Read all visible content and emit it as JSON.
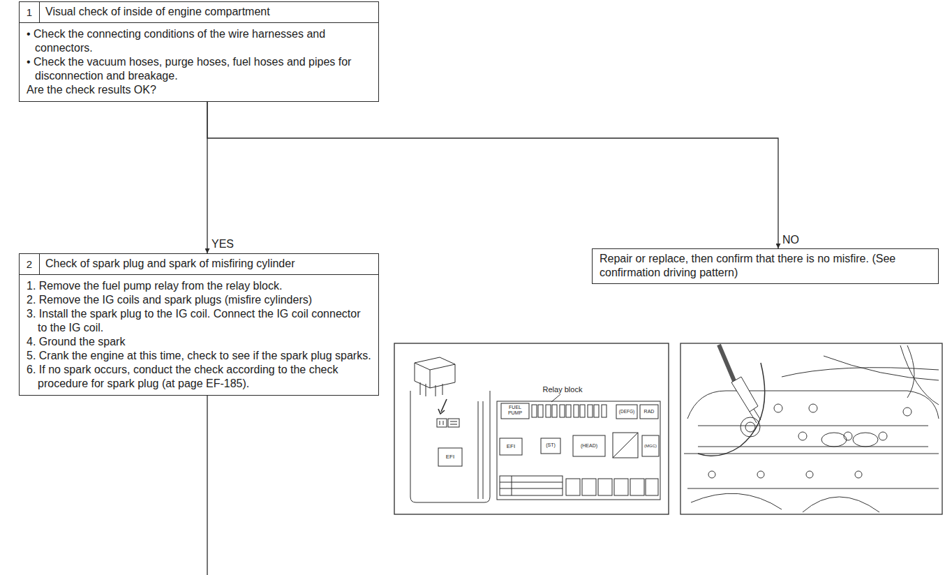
{
  "diagram": {
    "nodes": [
      {
        "text": [
          "1",
          "Visual check of inside of engine compartment",
          "• Check the connecting conditions of the wire harnesses and connectors.",
          "• Check the vacuum hoses, purge hoses, fuel hoses and pipes for disconnection and breakage.",
          "Are the check results OK?"
        ]
      },
      {
        "text": [
          "2",
          "Check of spark plug and spark of misfiring cylinder",
          "1. Remove the fuel pump relay from the relay block.",
          "2. Remove the IG coils and spark plugs (misfire cylinders)",
          "3. Install the spark plug to the IG coil. Connect the IG coil connector to the IG coil.",
          "4. Ground the spark",
          "5. Crank the engine at this time, check to see if the spark plug sparks.",
          "6. If no spark occurs, conduct the check according to the check procedure for spark plug (at page EF-185)."
        ]
      },
      {
        "text": [
          "Repair or replace, then confirm that there is no misfire. (See confirmation driving pattern)"
        ]
      }
    ],
    "edges": [
      {
        "from": 0,
        "to": 1,
        "label": "YES",
        "arrow": "to"
      },
      {
        "from": 0,
        "to": 2,
        "label": "NO",
        "arrow": "to"
      }
    ],
    "labels": [
      "Relay block",
      "FUEL PUMP",
      "EFI",
      "EFI",
      "(ST)",
      "(HEAD)",
      "(DEFG)",
      "RAD",
      "(MGC)"
    ]
  }
}
